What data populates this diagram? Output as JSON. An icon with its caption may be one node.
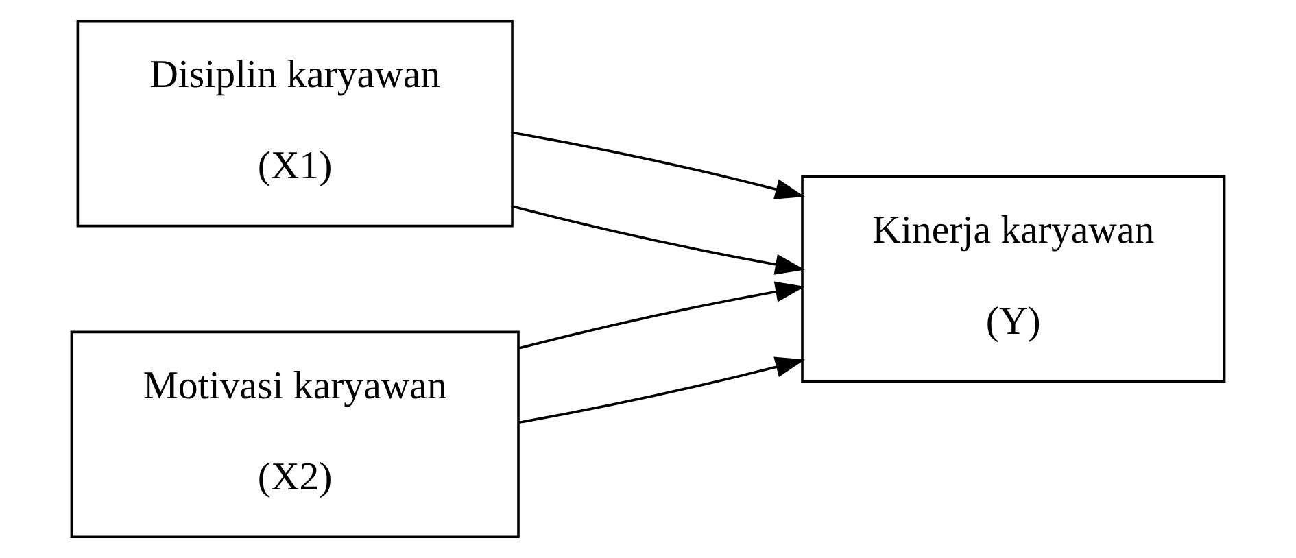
{
  "diagram": {
    "nodes": [
      {
        "text": [
          "Disiplin karyawan",
          "(X1)"
        ]
      },
      {
        "text": [
          "Motivasi karyawan",
          "(X2)"
        ]
      },
      {
        "text": [
          "Kinerja karyawan",
          "(Y)"
        ]
      }
    ],
    "edges": [
      {
        "from": 0,
        "to": 2,
        "arrow": "to"
      },
      {
        "from": 1,
        "to": 2,
        "arrow": "to"
      },
      {
        "from": 0,
        "to": 2,
        "arrow": "to"
      },
      {
        "from": 1,
        "to": 2,
        "arrow": "to"
      }
    ]
  }
}
